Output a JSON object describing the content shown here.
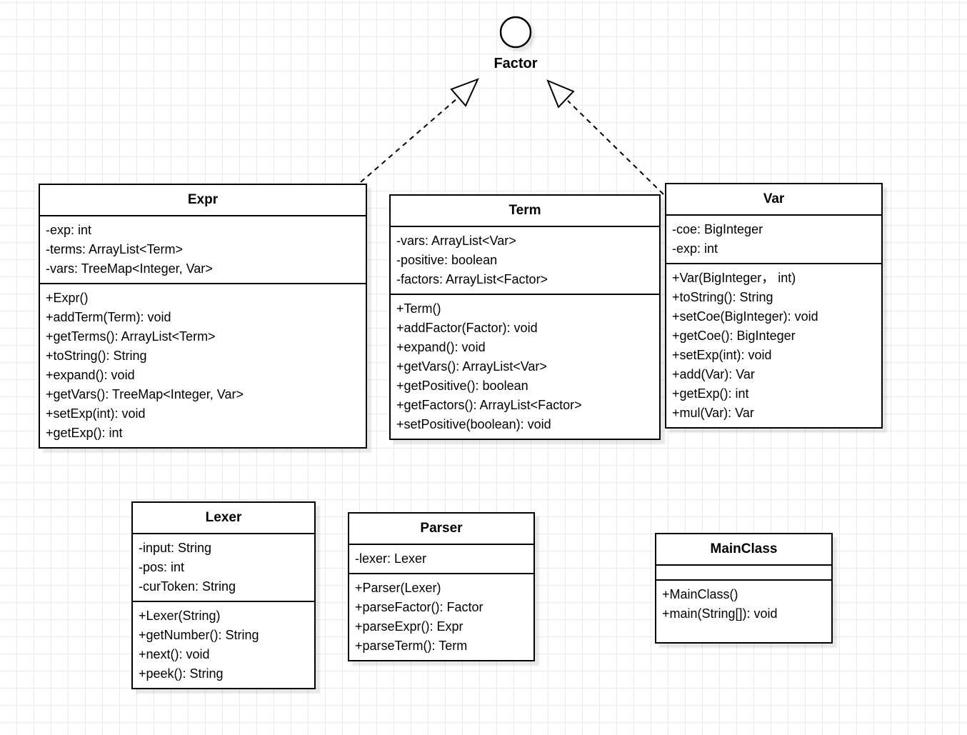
{
  "diagram": {
    "interface_node": {
      "name": "Factor"
    },
    "classes": {
      "expr": {
        "name": "Expr",
        "attributes": [
          "-exp: int",
          "-terms: ArrayList<Term>",
          "-vars: TreeMap<Integer, Var>"
        ],
        "methods": [
          "+Expr()",
          "+addTerm(Term): void",
          "+getTerms(): ArrayList<Term>",
          "+toString(): String",
          "+expand(): void",
          "+getVars(): TreeMap<Integer, Var>",
          "+setExp(int): void",
          "+getExp(): int"
        ]
      },
      "term": {
        "name": "Term",
        "attributes": [
          "-vars: ArrayList<Var>",
          "-positive: boolean",
          "-factors: ArrayList<Factor>"
        ],
        "methods": [
          "+Term()",
          "+addFactor(Factor): void",
          "+expand(): void",
          "+getVars(): ArrayList<Var>",
          "+getPositive(): boolean",
          "+getFactors(): ArrayList<Factor>",
          "+setPositive(boolean): void"
        ]
      },
      "var": {
        "name": "Var",
        "attributes": [
          "-coe: BigInteger",
          "-exp: int"
        ],
        "methods": [
          "+Var(BigInteger， int)",
          "+toString(): String",
          "+setCoe(BigInteger): void",
          "+getCoe(): BigInteger",
          "+setExp(int): void",
          "+add(Var): Var",
          "+getExp(): int",
          "+mul(Var): Var"
        ]
      },
      "lexer": {
        "name": "Lexer",
        "attributes": [
          "-input: String",
          "-pos: int",
          "-curToken: String"
        ],
        "methods": [
          "+Lexer(String)",
          "+getNumber(): String",
          "+next(): void",
          "+peek(): String"
        ]
      },
      "parser": {
        "name": "Parser",
        "attributes": [
          "-lexer: Lexer"
        ],
        "methods": [
          "+Parser(Lexer)",
          "+parseFactor(): Factor",
          "+parseExpr(): Expr",
          "+parseTerm(): Term"
        ]
      },
      "mainclass": {
        "name": "MainClass",
        "attributes": [],
        "methods": [
          "+MainClass()",
          "+main(String[]): void"
        ]
      }
    },
    "colors": {
      "stroke": "#000000",
      "fill": "#ffffff",
      "grid": "#eaeaef",
      "text": "#000000"
    }
  }
}
